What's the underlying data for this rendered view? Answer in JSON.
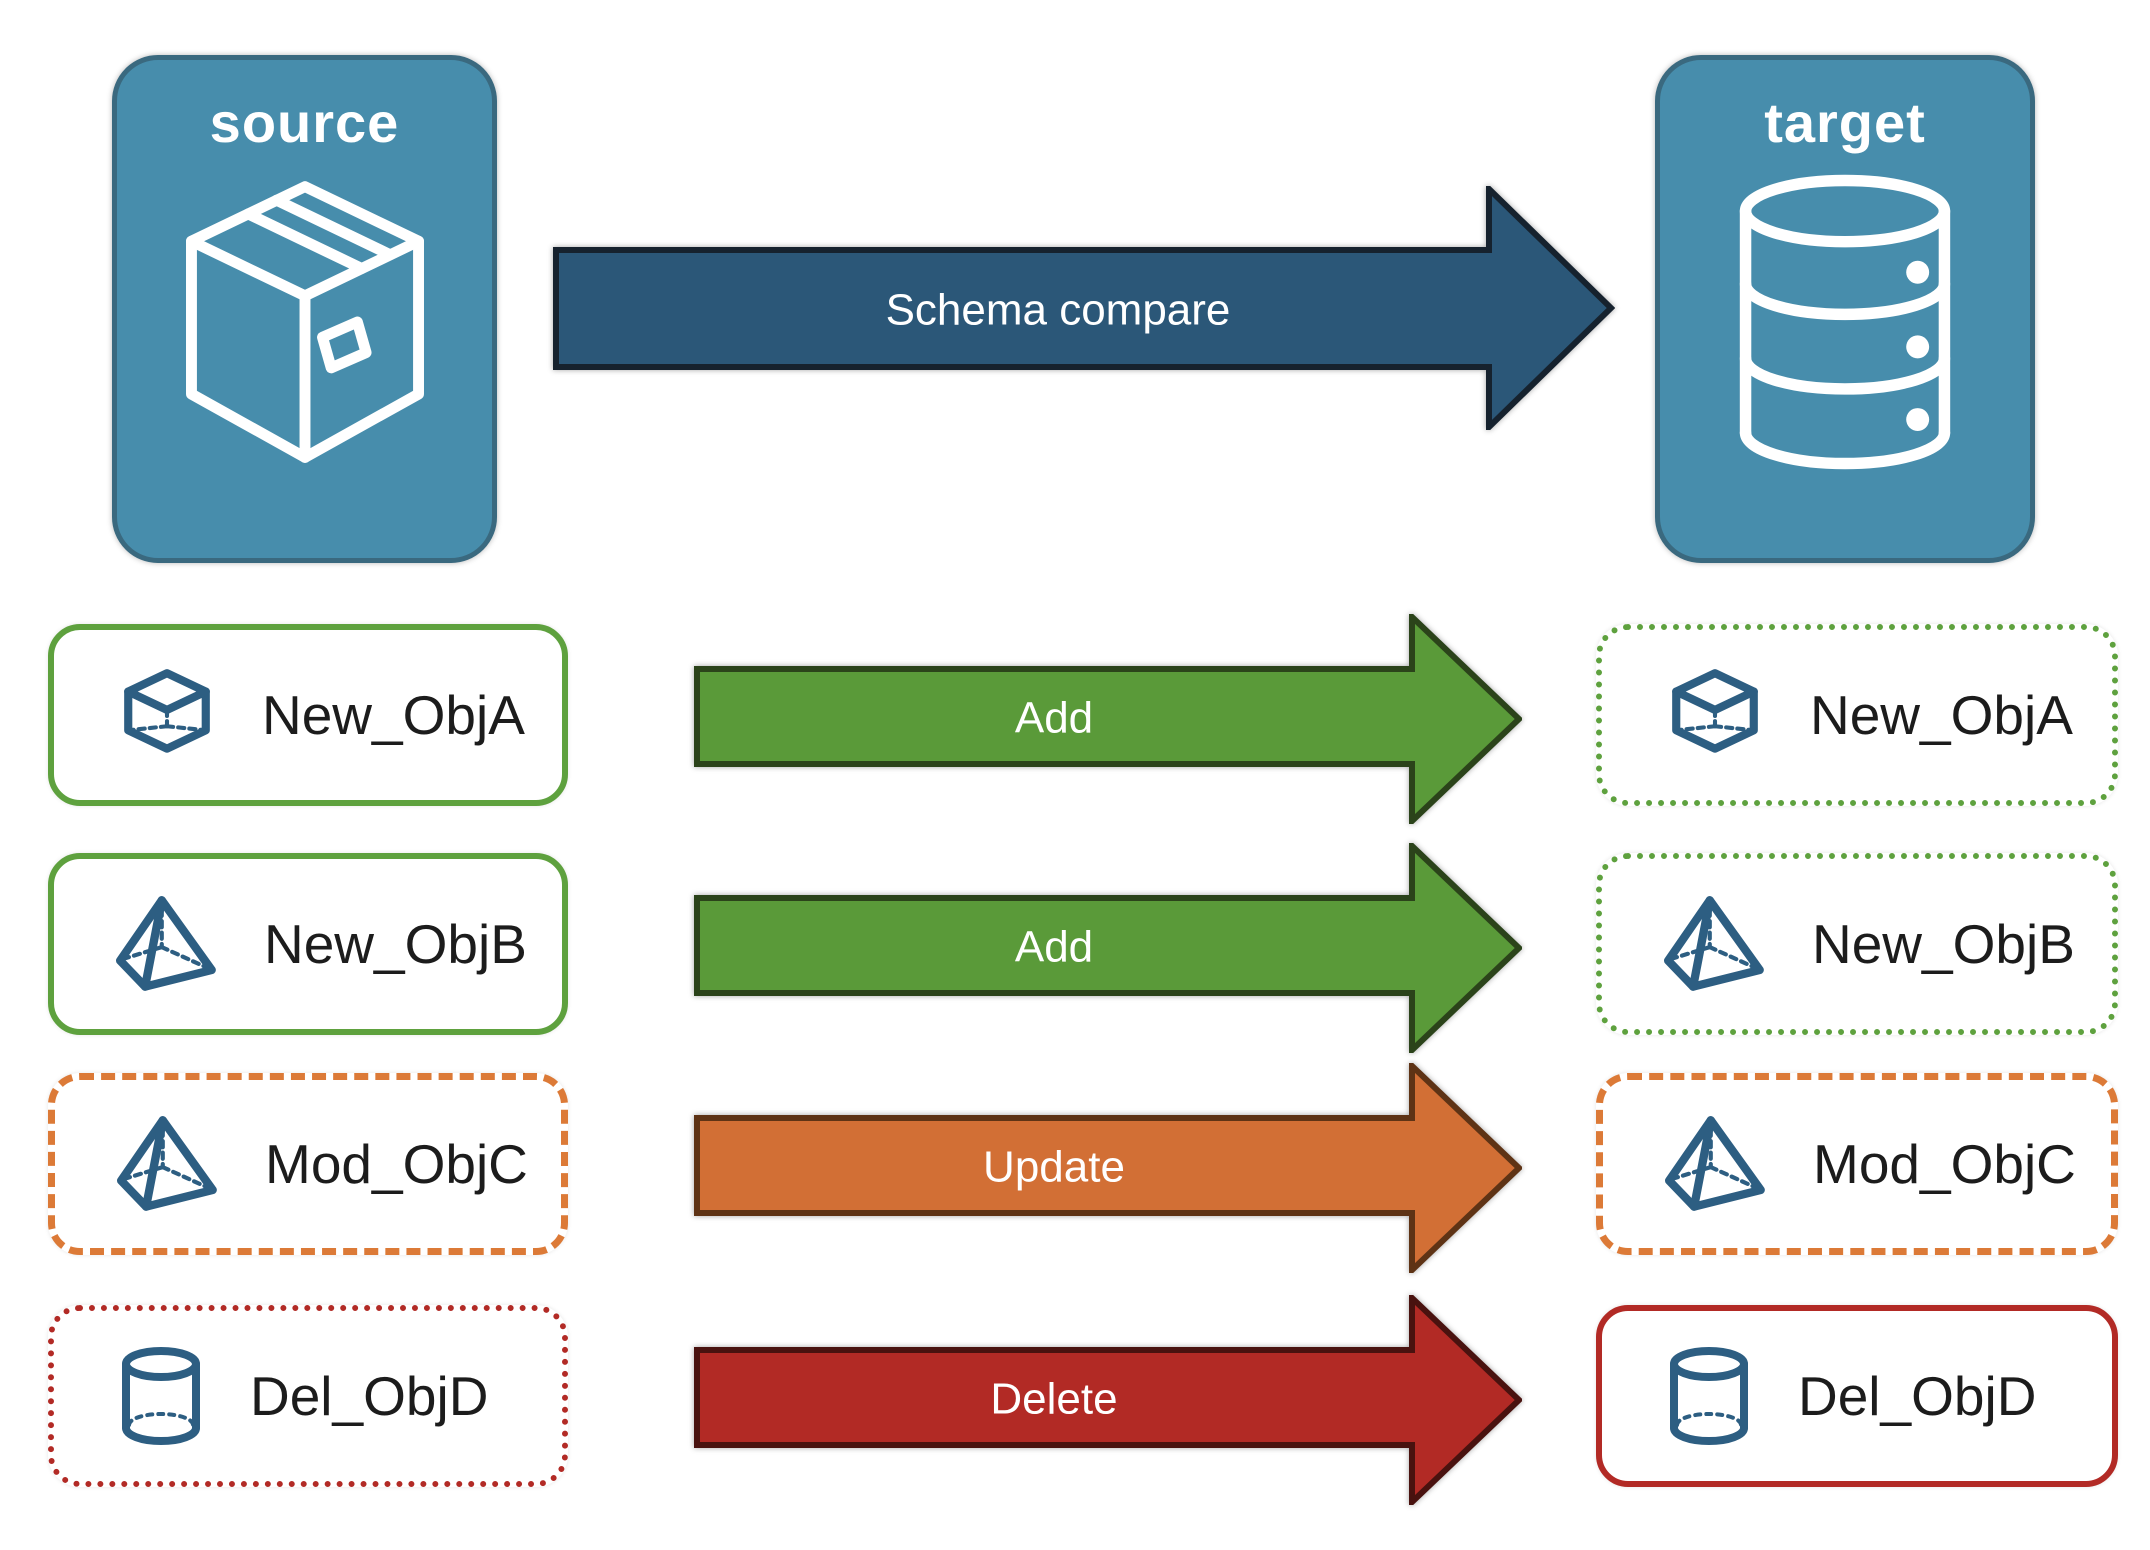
{
  "header": {
    "source_label": "source",
    "target_label": "target",
    "compare_label": "Schema compare"
  },
  "nodes": {
    "source_icon": "package-box-icon",
    "target_icon": "database-icon"
  },
  "rows": [
    {
      "name": "New_ObjA",
      "action": "Add",
      "icon": "cube-icon",
      "source_border": "solid-green",
      "target_border": "dotted-green"
    },
    {
      "name": "New_ObjB",
      "action": "Add",
      "icon": "pyramid-icon",
      "source_border": "solid-green",
      "target_border": "dotted-green"
    },
    {
      "name": "Mod_ObjC",
      "action": "Update",
      "icon": "pyramid-icon",
      "source_border": "dashed-orange",
      "target_border": "dashed-orange"
    },
    {
      "name": "Del_ObjD",
      "action": "Delete",
      "icon": "cylinder-icon",
      "source_border": "dotted-red",
      "target_border": "solid-red"
    }
  ],
  "colors": {
    "node_fill": "#478DAC",
    "node_border": "#3A697F",
    "compare_fill": "#2B5778",
    "compare_border": "#16222E",
    "add_fill": "#5A9A39",
    "add_border": "#2B431A",
    "update_fill": "#D26F35",
    "update_border": "#5E3315",
    "delete_fill": "#B22A25",
    "delete_border": "#49120F",
    "green_border": "#5EA13E",
    "orange_border": "#DC7A37",
    "red_border": "#B22A25",
    "icon_stroke": "#2D5E82",
    "label_text": "#1C1C1C",
    "arrow_text": "#FFFFFF"
  }
}
